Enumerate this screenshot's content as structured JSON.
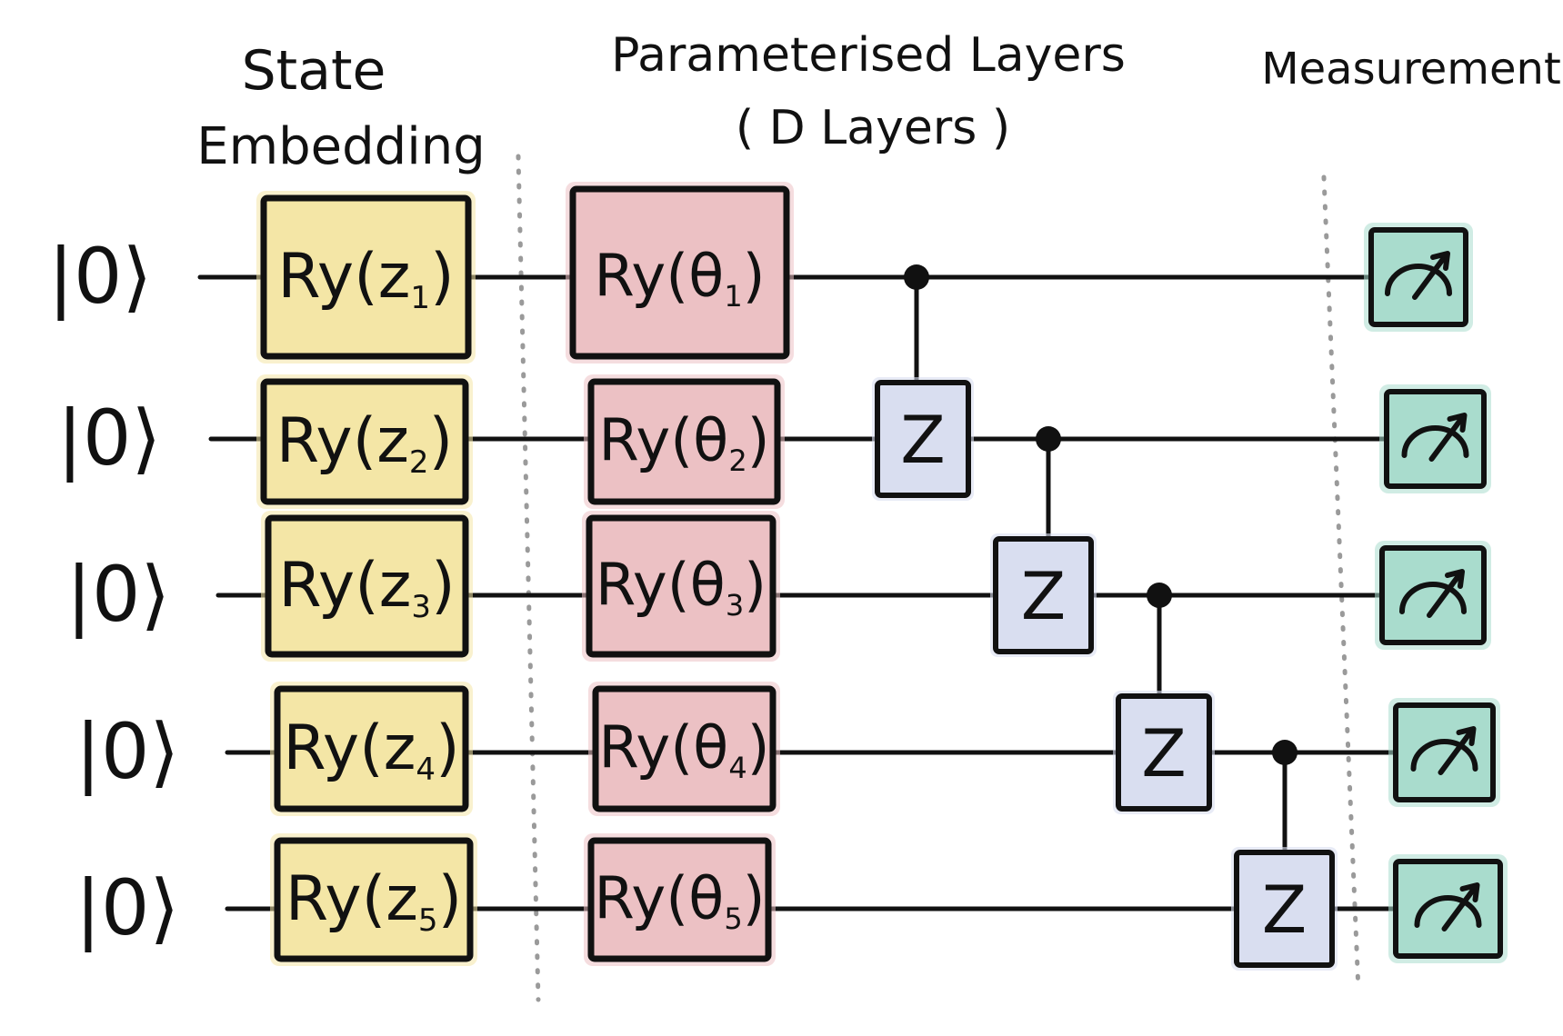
{
  "headings": {
    "embedding_line1": "State",
    "embedding_line2": "Embedding",
    "layers_line1": "Parameterised Layers",
    "layers_line2": "( D Layers )",
    "measurement": "Measurement"
  },
  "colors": {
    "embedding_fill": "#f4e6a6",
    "layer_fill": "#ecc1c4",
    "cz_fill": "#d9def0",
    "measure_fill": "#a9dccd",
    "stroke": "#111111",
    "divider": "#9a9a9a"
  },
  "qubits": [
    {
      "input": "|0⟩",
      "ry_prefix": "Ry",
      "embed_arg": "z",
      "embed_sub": "1",
      "layer_arg": "θ",
      "layer_sub": "1"
    },
    {
      "input": "|0⟩",
      "ry_prefix": "Ry",
      "embed_arg": "z",
      "embed_sub": "2",
      "layer_arg": "θ",
      "layer_sub": "2"
    },
    {
      "input": "|0⟩",
      "ry_prefix": "Ry",
      "embed_arg": "z",
      "embed_sub": "3",
      "layer_arg": "θ",
      "layer_sub": "3"
    },
    {
      "input": "|0⟩",
      "ry_prefix": "Ry",
      "embed_arg": "z",
      "embed_sub": "4",
      "layer_arg": "θ",
      "layer_sub": "4"
    },
    {
      "input": "|0⟩",
      "ry_prefix": "Ry",
      "embed_arg": "z",
      "embed_sub": "5",
      "layer_arg": "θ",
      "layer_sub": "5"
    }
  ],
  "cz_gates": [
    {
      "control": 0,
      "target": 1,
      "label": "Z"
    },
    {
      "control": 1,
      "target": 2,
      "label": "Z"
    },
    {
      "control": 2,
      "target": 3,
      "label": "Z"
    },
    {
      "control": 3,
      "target": 4,
      "label": "Z"
    }
  ],
  "measure_icon": "meter-icon"
}
